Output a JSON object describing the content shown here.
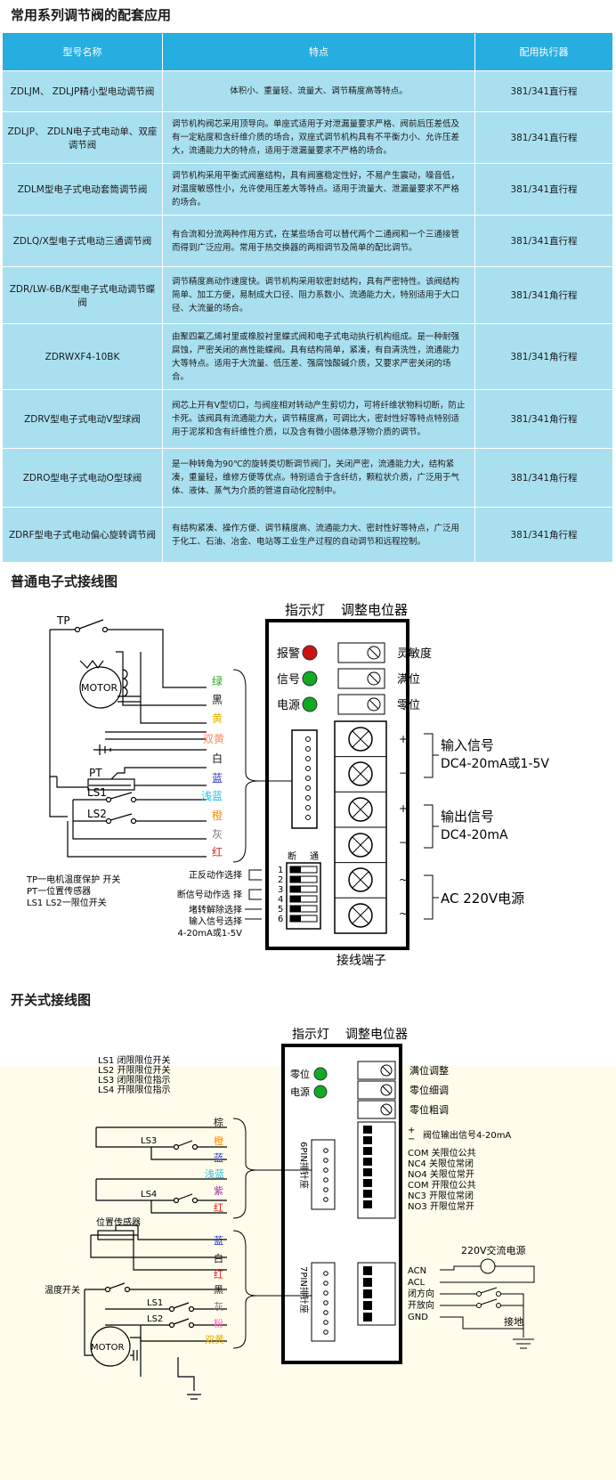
{
  "titles": {
    "table": "常用系列调节阀的配套应用",
    "wiring1": "普通电子式接线图",
    "wiring2": "开关式接线图"
  },
  "table": {
    "headers": [
      "型号名称",
      "特点",
      "配用执行器"
    ],
    "rows": [
      {
        "model": "ZDLJM、 ZDLJP精小型电动调节阀",
        "feature": "体积小、重量轻、流量大、调节精度高等特点。",
        "actuator": "381/341直行程"
      },
      {
        "model": "ZDLJP、 ZDLN电子式电动单、双座调节阀",
        "feature": "调节机构阀芯采用顶导向。单座式适用于对泄漏量要求严格、阀前后压差低及有一定粘度和含纤维介质的场合，双座式调节机构具有不平衡力小、允许压差大，流通能力大的特点，适用于泄漏量要求不严格的场合。",
        "actuator": "381/341直行程"
      },
      {
        "model": "ZDLM型电子式电动套筒调节阀",
        "feature": "调节机构采用平衡式阀塞结构，具有阀塞稳定性好，不易产生震动，噪音低，对温度敏感性小，允许使用压差大等特点。适用于流量大、泄漏量要求不严格的场合。",
        "actuator": "381/341直行程"
      },
      {
        "model": "ZDLQ/X型电子式电动三通调节阀",
        "feature": "有合流和分流两种作用方式，在某些场合可以替代两个二通阀和一个三通接管而得到广泛应用。常用于热交换器的两相调节及简单的配比调节。",
        "actuator": "381/341直行程"
      },
      {
        "model": "ZDR/LW-6B/K型电子式电动调节蝶阀",
        "feature": "调节精度高动作速度快。调节机构采用软密封结构，具有严密特性。该阀结构简单、加工方便，易制成大口径、阻力系数小、流通能力大，特别适用于大口径、大流量的场合。",
        "actuator": "381/341角行程"
      },
      {
        "model": "ZDRWXF4-10BK",
        "feature": "由聚四氟乙烯衬里或橡胶衬里蝶式阀和电子式电动执行机构组成。是一种耐强腐蚀，严密关闭的高性能蝶阀。具有结构简单，紧凑，有自清洗性，流通能力大等特点。适用于大流量、低压差、强腐蚀酸碱介质，又要求严密关闭的场合。",
        "actuator": "381/341角行程"
      },
      {
        "model": "ZDRV型电子式电动V型球阀",
        "feature": "阀芯上开有V型切口，与阀座相对转动产生剪切力，可将纤维状物料切断，防止卡死。该阀具有流通能力大，调节精度高，可调比大，密封性好等特点特别适用于泥浆和含有纤维性介质，以及含有微小固体悬浮物介质的调节。",
        "actuator": "381/341角行程"
      },
      {
        "model": "ZDRO型电子式电动O型球阀",
        "feature": "是一种转角为90℃的旋转类切断调节阀门，关闭严密，流通能力大，结构紧凑，重量轻，维修方便等优点。特别适合于含纤纺，颗粒状介质，广泛用于气体、液体、蒸气为介质的管道自动化控制中。",
        "actuator": "381/341角行程"
      },
      {
        "model": "ZDRF型电子式电动偏心旋转调节阀",
        "feature": "有结构紧凑、操作方便、调节精度高、流通能力大、密封性好等特点，广泛用于化工、石油、冶金、电站等工业生产过程的自动调节和远程控制。",
        "actuator": "381/341角行程"
      }
    ]
  },
  "wiring1": {
    "top_labels": {
      "indicator": "指示灯",
      "pot": "调整电位器"
    },
    "lamps": [
      "报警",
      "信号",
      "电源"
    ],
    "pots": [
      "灵敏度",
      "满位",
      "零位"
    ],
    "wires": [
      "绿",
      "黑",
      "黄",
      "双黄",
      "白",
      "蓝",
      "浅蓝",
      "橙",
      "灰",
      "红"
    ],
    "wire_colors": [
      "#22aa22",
      "#111111",
      "#e0b000",
      "#ff8866",
      "#111111",
      "#2233cc",
      "#22bbdd",
      "#ff8800",
      "#777777",
      "#dd2222"
    ],
    "left_labels": {
      "tp": "TP",
      "motor": "MOTOR",
      "pt": "PT",
      "ls1": "LS1",
      "ls2": "LS2"
    },
    "legend": [
      "TP一电机温度保护 开关",
      "PT一位置传感器",
      "LS1 LS2一限位开关"
    ],
    "dip_header": {
      "off": "断",
      "on": "通"
    },
    "dip_numbers": [
      "1",
      "2",
      "3",
      "4",
      "5",
      "6"
    ],
    "dip_labels": [
      "正反动作选择",
      "断信号动作选 择",
      "堵转解除选择",
      "输入信号选择"
    ],
    "dip_sub": "4-20mA或1-5V",
    "terminal_groups": [
      {
        "name": "输入信号",
        "sub": "DC4-20mA或1-5V",
        "signs": [
          "+",
          "−"
        ]
      },
      {
        "name": "输出信号",
        "sub": "DC4-20mA",
        "signs": [
          "+",
          "−"
        ]
      },
      {
        "name": "AC 220V电源",
        "sub": "",
        "signs": [
          "~",
          "~"
        ]
      }
    ],
    "bottom_label": "接线端子"
  },
  "wiring2": {
    "top_labels": {
      "indicator": "指示灯",
      "pot": "调整电位器"
    },
    "lamps": [
      "零位",
      "电源"
    ],
    "pots": [
      "满位调整",
      "零位细调",
      "零位粗调"
    ],
    "legend": [
      "LS1 闭限限位开关",
      "LS2 开限限位开关",
      "LS3 闭限限位指示",
      "LS4 开限限位指示"
    ],
    "wires_top": [
      "棕",
      "橙",
      "蓝",
      "浅蓝",
      "紫",
      "红"
    ],
    "wires_top_colors": [
      "#111111",
      "#ff8800",
      "#2233cc",
      "#22bbdd",
      "#aa33aa",
      "#dd2222"
    ],
    "wires_bottom": [
      "蓝",
      "白",
      "红",
      "黑",
      "灰",
      "粉",
      "双黄"
    ],
    "wires_bottom_colors": [
      "#2233cc",
      "#111111",
      "#dd2222",
      "#111111",
      "#777777",
      "#ff66cc",
      "#e0b000"
    ],
    "left_labels": {
      "ls3": "LS3",
      "ls4": "LS4",
      "sensor": "位置传感器",
      "temp": "温度开关",
      "ls1": "LS1",
      "ls2": "LS2",
      "motor": "MOTOR"
    },
    "socket6": "6PIN排针座",
    "socket7": "7PIN排针座",
    "right_top": [
      "+",
      "−",
      "阀位输出信号4-20mA",
      "COM 关限位公共",
      "NC4 关限位常闭",
      "NO4 关限位常开",
      "COM 开限位公共",
      "NC3 开限位常闭",
      "NO3 开限位常开"
    ],
    "right_bottom": [
      "ACN",
      "ACL",
      "闭方向",
      "开放向",
      "GND"
    ],
    "power_label": "220V交流电源",
    "ground_label": "接地"
  }
}
